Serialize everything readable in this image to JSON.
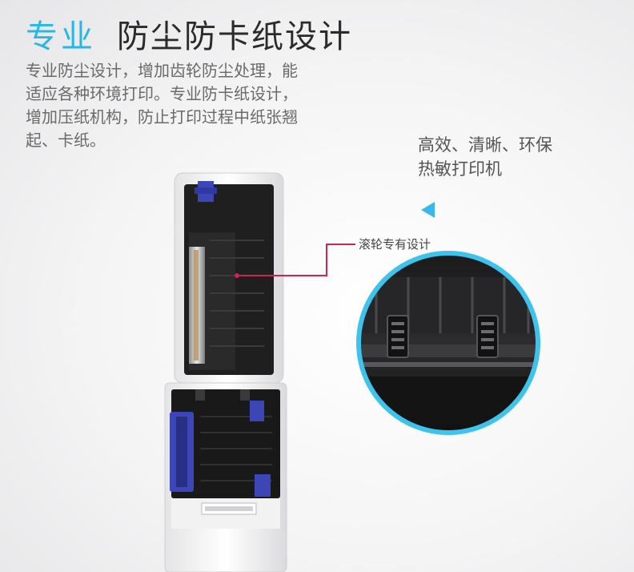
{
  "title": {
    "accent": "专业",
    "main": "防尘防卡纸设计"
  },
  "description": {
    "lines": [
      "专业防尘设计，增加齿轮防尘处理，能",
      "适应各种环境打印。专业防卡纸设计，",
      "增加压纸机构，防止打印过程中纸张翘",
      "起、卡纸。"
    ]
  },
  "feature": {
    "lines": [
      "高效、清晰、环保",
      "热敏打印机"
    ]
  },
  "callout": {
    "label": "滚轮专有设计"
  },
  "colors": {
    "accent": "#27b6ea",
    "callout_line": "#d6204f",
    "zoom_ring": "#3ec3ec",
    "roller_blue": "#3d46b6"
  },
  "icons": {
    "pointer": "triangle-left-icon"
  }
}
